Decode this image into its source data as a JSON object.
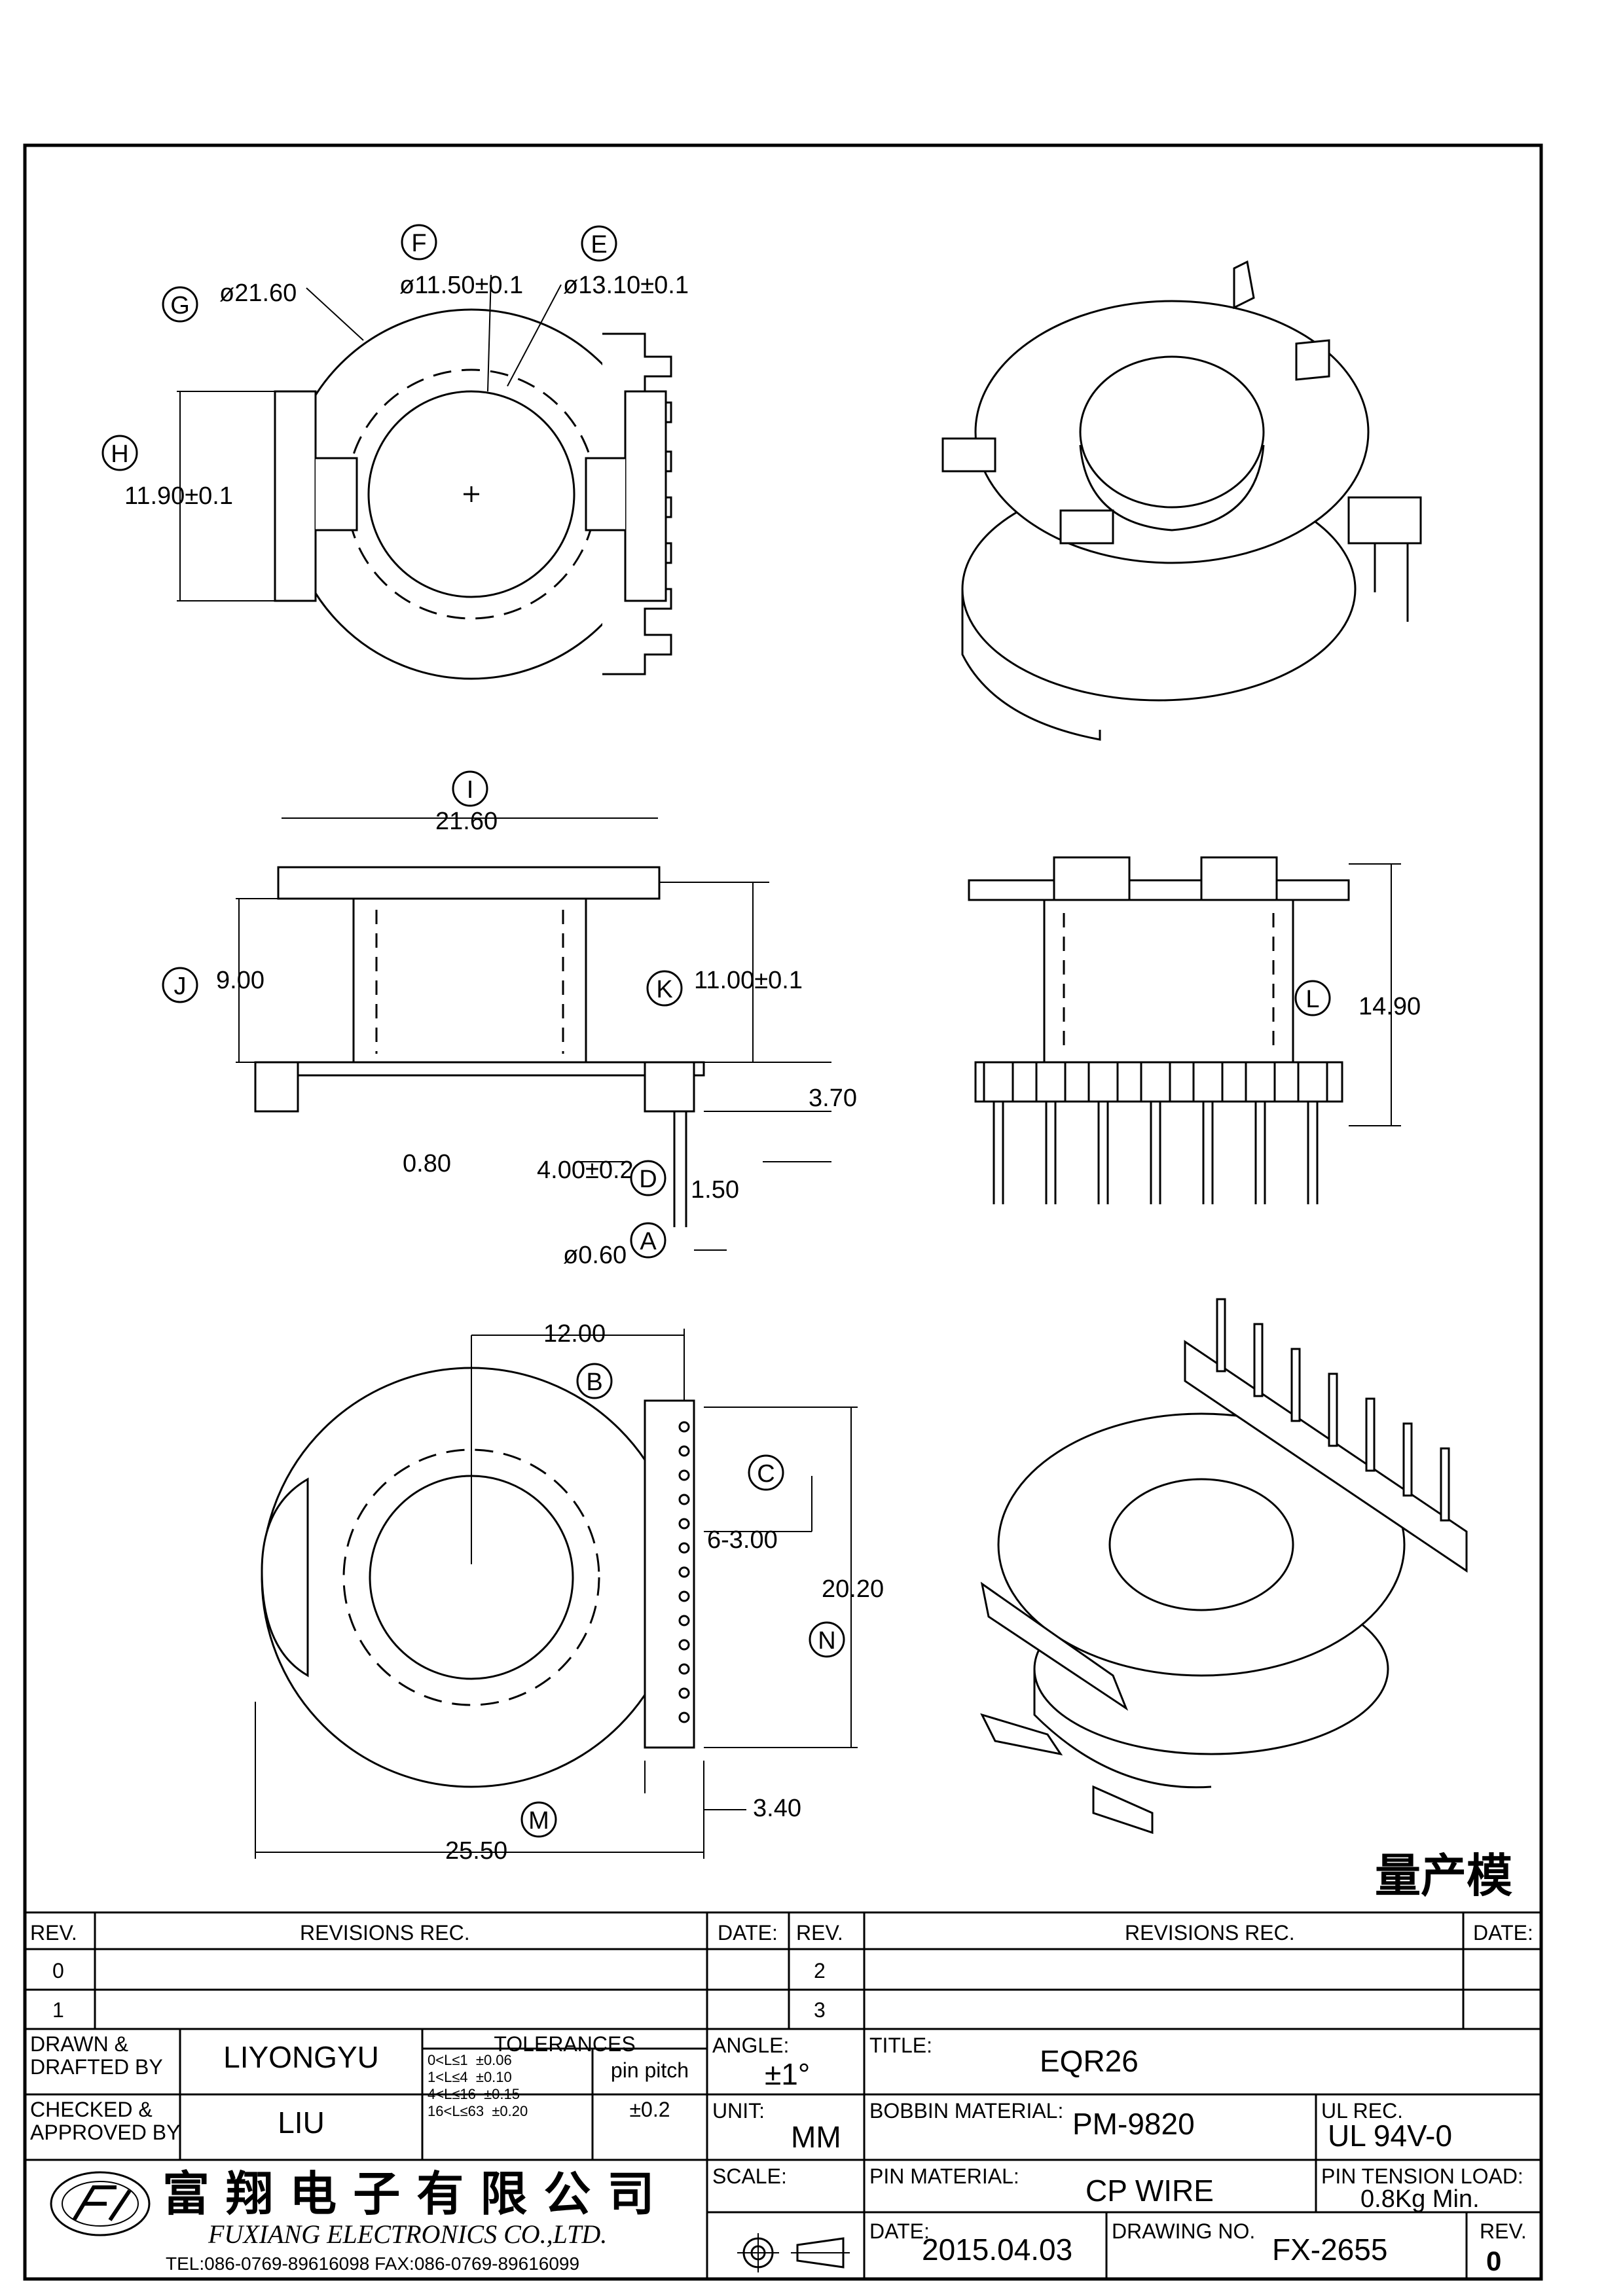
{
  "labels": {
    "F": "F",
    "E": "E",
    "G": "G",
    "H": "H",
    "I": "I",
    "J": "J",
    "K": "K",
    "L": "L",
    "D": "D",
    "A": "A",
    "B": "B",
    "C": "C",
    "N": "N",
    "M": "M"
  },
  "dims": {
    "g": "ø21.60",
    "f": "ø11.50±0.1",
    "e": "ø13.10±0.1",
    "h": "11.90±0.1",
    "i": "21.60",
    "j": "9.00",
    "k": "11.00±0.1",
    "l": "14.90",
    "d080": "0.80",
    "d370": "3.70",
    "d400": "4.00±0.2",
    "d150": "1.50",
    "d060": "ø0.60",
    "b": "12.00",
    "c": "6-3.00",
    "n": "20.20",
    "m": "25.50",
    "d340": "3.40"
  },
  "status_mark": "量产模",
  "revisions": {
    "headers": {
      "rev": "REV.",
      "recs": "REVISIONS   REC.",
      "date": "DATE:"
    },
    "rows": [
      "0",
      "1"
    ],
    "rows_right": [
      "2",
      "3"
    ]
  },
  "titleblock": {
    "drawn_label": "DRAWN &\nDRAFTED BY",
    "drawn_value": "LIYONGYU",
    "checked_label": "CHECKED &\nAPPROVED BY",
    "checked_value": "LIU",
    "tolerances_title": "TOLERANCES",
    "tolerance_rows": [
      {
        "range": "0<L≤1",
        "tol": "±0.06"
      },
      {
        "range": "1<L≤4",
        "tol": "±0.10"
      },
      {
        "range": "4<L≤16",
        "tol": "±0.15"
      },
      {
        "range": "16<L≤63",
        "tol": "±0.20"
      }
    ],
    "pin_pitch_label": "pin pitch",
    "pin_pitch_value": "±0.2",
    "angle_label": "ANGLE:",
    "angle_value": "±1°",
    "unit_label": "UNIT:",
    "unit_value": "MM",
    "scale_label": "SCALE:",
    "title_label": "TITLE:",
    "title_value": "EQR26",
    "bobbin_label": "BOBBIN MATERIAL:",
    "bobbin_value": "PM-9820",
    "ul_label": "UL REC.",
    "ul_value": "UL 94V-0",
    "pin_material_label": "PIN MATERIAL:",
    "pin_material_value": "CP WIRE",
    "pin_tension_label": "PIN TENSION LOAD:",
    "pin_tension_value": "0.8Kg Min.",
    "date_label": "DATE:",
    "date_value": "2015.04.03",
    "drawing_no_label": "DRAWING NO.",
    "drawing_no_value": "FX-2655",
    "rev_label": "REV.",
    "rev_value": "0",
    "company_cn": "富 翔 电 子 有 限 公 司",
    "company_en": "FUXIANG  ELECTRONICS  CO.,LTD.",
    "contact": "TEL:086-0769-89616098   FAX:086-0769-89616099"
  }
}
